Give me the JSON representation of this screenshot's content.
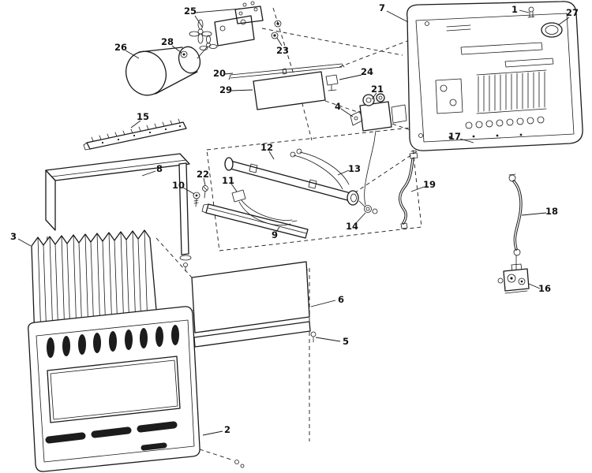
{
  "diagram": {
    "type": "exploded-parts-diagram",
    "colors": {
      "line": "#1a1a1a",
      "background": "#ffffff",
      "slot_fill": "#1c1c1c"
    },
    "callouts": [
      {
        "label": "1"
      },
      {
        "label": "2"
      },
      {
        "label": "3"
      },
      {
        "label": "4"
      },
      {
        "label": "5"
      },
      {
        "label": "6"
      },
      {
        "label": "7"
      },
      {
        "label": "8"
      },
      {
        "label": "9"
      },
      {
        "label": "10"
      },
      {
        "label": "11"
      },
      {
        "label": "12"
      },
      {
        "label": "13"
      },
      {
        "label": "14"
      },
      {
        "label": "15"
      },
      {
        "label": "16"
      },
      {
        "label": "17"
      },
      {
        "label": "18"
      },
      {
        "label": "19"
      },
      {
        "label": "20"
      },
      {
        "label": "21"
      },
      {
        "label": "22"
      },
      {
        "label": "23"
      },
      {
        "label": "24"
      },
      {
        "label": "25"
      },
      {
        "label": "26"
      },
      {
        "label": "27"
      },
      {
        "label": "28"
      },
      {
        "label": "29"
      }
    ]
  }
}
